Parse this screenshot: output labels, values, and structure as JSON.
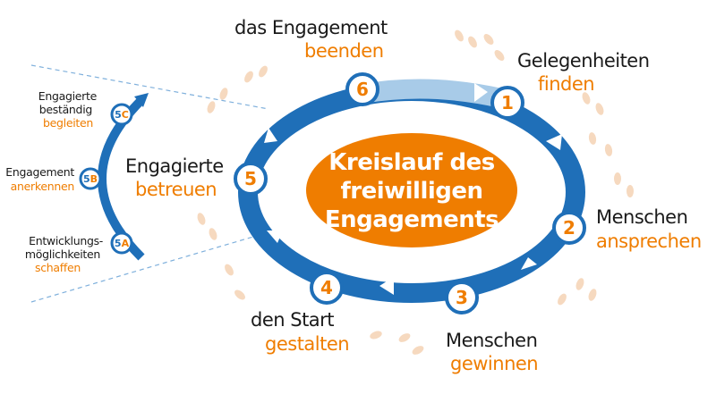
{
  "center": {
    "line1": "Kreislauf des",
    "line2": "freiwilligen",
    "line3": "Engagements"
  },
  "steps": [
    {
      "num": "1",
      "dark": "Gelegenheiten",
      "orange": "finden"
    },
    {
      "num": "2",
      "dark": "Menschen",
      "orange": "ansprechen"
    },
    {
      "num": "3",
      "dark": "Menschen",
      "orange": "gewinnen"
    },
    {
      "num": "4",
      "dark": "den Start",
      "orange": "gestalten"
    },
    {
      "num": "5",
      "dark": "Engagierte",
      "orange": "betreuen"
    },
    {
      "num": "6",
      "dark": "das Engagement",
      "orange": "beenden"
    }
  ],
  "substeps": [
    {
      "num": "5",
      "letter": "A",
      "dark1": "Entwicklungs-",
      "dark2": "möglichkeiten",
      "orange": "schaffen"
    },
    {
      "num": "5",
      "letter": "B",
      "dark1": "Engagement",
      "dark2": "",
      "orange": "anerkennen"
    },
    {
      "num": "5",
      "letter": "C",
      "dark1": "Engagierte",
      "dark2": "beständig",
      "orange": "begleiten"
    }
  ],
  "colors": {
    "ring": "#1f6fb8",
    "ring_light": "#a8cbe8",
    "accent": "#ef7d00",
    "footprints": "#f6d9bf"
  }
}
